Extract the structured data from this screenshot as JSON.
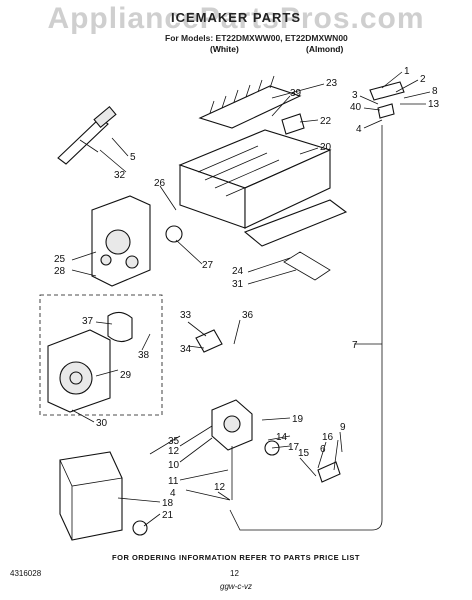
{
  "header": {
    "watermark": "AppliancePartsPros.com",
    "title": "ICEMAKER PARTS",
    "models": "For Models: ET22DMXWW00, ET22DMXWN00",
    "color_white": "(White)",
    "color_almond": "(Almond)"
  },
  "callouts": [
    "1",
    "2",
    "3",
    "8",
    "13",
    "40",
    "4",
    "23",
    "39",
    "22",
    "20",
    "5",
    "32",
    "26",
    "25",
    "28",
    "27",
    "24",
    "31",
    "33",
    "36",
    "34",
    "37",
    "38",
    "29",
    "30",
    "7",
    "19",
    "35",
    "12",
    "14",
    "17",
    "16",
    "6",
    "9",
    "10",
    "15",
    "11",
    "4",
    "18",
    "21",
    "12"
  ],
  "footer": {
    "ordering_note": "FOR ORDERING INFORMATION REFER TO PARTS PRICE LIST",
    "doc_code": "4316028",
    "page_number": "12",
    "signature": "ggw-c-vz"
  }
}
